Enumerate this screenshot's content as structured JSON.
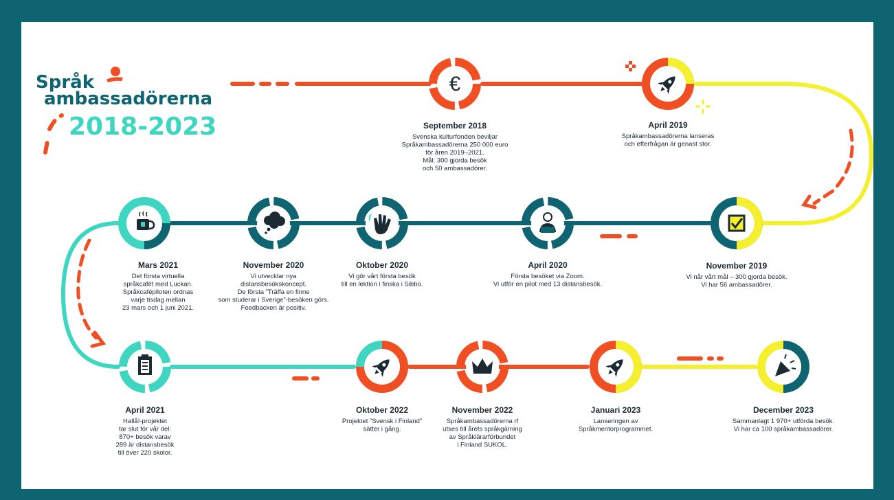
{
  "header": {
    "brand_line1": "Språk",
    "brand_line2": "ambassadörerna",
    "years": "2018-2023"
  },
  "colors": {
    "frame": "#0e6470",
    "orange": "#f04e23",
    "yellow": "#f4ef2f",
    "teal": "#3ed6c0",
    "dark_teal": "#0e6470",
    "text": "#1c2a33"
  },
  "events": [
    {
      "id": "sep2018",
      "icon": "euro-icon",
      "date": "September 2018",
      "text": [
        "Svenska kulturfonden beviljar",
        "Språkambassadörerna 250 000 euro",
        "för åren 2019–2021.",
        "Mål: 300 gjorda besök",
        "och 50 ambassadörer."
      ]
    },
    {
      "id": "apr2019",
      "icon": "rocket-icon",
      "date": "April 2019",
      "text": [
        "Språkambassadörerna lanseras",
        "och efterfrågan är genast stor."
      ]
    },
    {
      "id": "nov2019",
      "icon": "checkbox-icon",
      "date": "November 2019",
      "text": [
        "Vi når vårt mål – 300 gjorda besök.",
        "Vi har 56 ambassadörer."
      ]
    },
    {
      "id": "apr2020",
      "icon": "person-laptop-icon",
      "date": "April 2020",
      "text": [
        "Första besöket via Zoom.",
        "Vi utför en pilot med 13 distansbesök."
      ]
    },
    {
      "id": "okt2020",
      "icon": "waving-hand-icon",
      "date": "Oktober 2020",
      "text": [
        "Vi gör vårt första besök",
        "till en lektion i finska i Sibbo."
      ]
    },
    {
      "id": "nov2020",
      "icon": "thought-cloud-icon",
      "date": "November 2020",
      "text": [
        "Vi utvecklar nya",
        "distansbesökskoncept.",
        "De första ”Träffa en finne",
        "som studerar i Sverige”-besöken görs.",
        "Feedbacken är positiv."
      ]
    },
    {
      "id": "mar2021",
      "icon": "coffee-cup-icon",
      "date": "Mars 2021",
      "text": [
        "Det första virtuella",
        "språkcafét med Luckan.",
        "Språkcaféplloten ordnas",
        "varje tisdag mellan",
        "23 mars och 1 juni 2021."
      ]
    },
    {
      "id": "apr2021",
      "icon": "clipboard-icon",
      "date": "April 2021",
      "text": [
        "Hallå!-projektet",
        "tar slut för vår del:",
        "870+ besök varav",
        "289 är distansbesök",
        "till över 220 skolor."
      ]
    },
    {
      "id": "okt2022",
      "icon": "rocket-icon",
      "date": "Oktober 2022",
      "text": [
        "Projektet ”Svensk i Finland”",
        "sätter i gång."
      ]
    },
    {
      "id": "nov2022",
      "icon": "crown-icon",
      "date": "November 2022",
      "text": [
        "Språkambassadörerna rf",
        "utses till årets språkgärning",
        "av Språklärarförbundet",
        "i Finland SUKOL."
      ]
    },
    {
      "id": "jan2023",
      "icon": "rocket-icon",
      "date": "Januari 2023",
      "text": [
        "Lanseringen av",
        "Språkmentorprogrammet."
      ]
    },
    {
      "id": "dec2023",
      "icon": "party-popper-icon",
      "date": "December 2023",
      "text": [
        "Sammanlagt 1 970+ utförda besök.",
        "Vi har ca 100 språkambassadörer."
      ]
    }
  ]
}
